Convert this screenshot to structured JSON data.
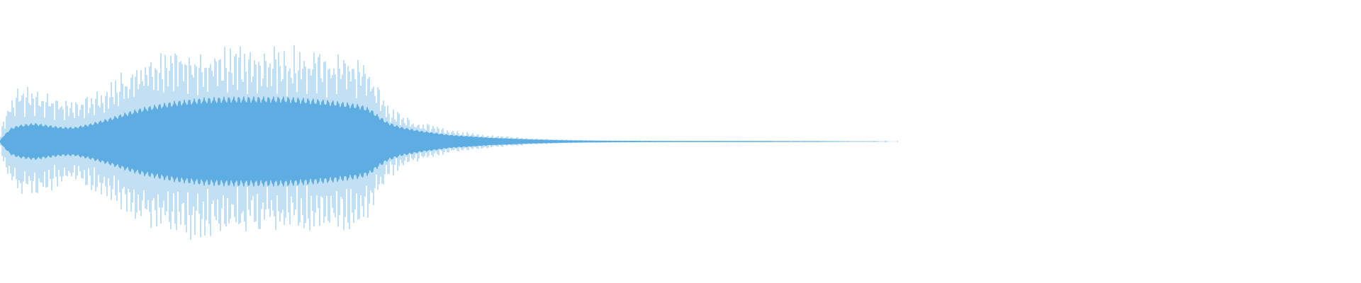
{
  "waveform": {
    "color": "#5dade2",
    "background": "#ffffff",
    "envelope": [
      [
        0.0,
        0.01,
        0.01
      ],
      [
        0.002,
        0.05,
        0.22
      ],
      [
        0.008,
        0.14,
        0.48
      ],
      [
        0.014,
        0.17,
        0.56
      ],
      [
        0.025,
        0.19,
        0.58
      ],
      [
        0.035,
        0.17,
        0.52
      ],
      [
        0.045,
        0.15,
        0.45
      ],
      [
        0.055,
        0.15,
        0.43
      ],
      [
        0.065,
        0.18,
        0.5
      ],
      [
        0.08,
        0.24,
        0.6
      ],
      [
        0.095,
        0.31,
        0.78
      ],
      [
        0.105,
        0.35,
        0.92
      ],
      [
        0.115,
        0.38,
        0.96
      ],
      [
        0.13,
        0.42,
        1.0
      ],
      [
        0.15,
        0.45,
        1.0
      ],
      [
        0.17,
        0.46,
        1.0
      ],
      [
        0.19,
        0.46,
        1.0
      ],
      [
        0.21,
        0.46,
        1.0
      ],
      [
        0.23,
        0.44,
        0.97
      ],
      [
        0.245,
        0.42,
        0.95
      ],
      [
        0.255,
        0.4,
        0.93
      ],
      [
        0.265,
        0.38,
        0.9
      ],
      [
        0.272,
        0.34,
        0.8
      ],
      [
        0.278,
        0.27,
        0.6
      ],
      [
        0.285,
        0.2,
        0.4
      ],
      [
        0.295,
        0.15,
        0.28
      ],
      [
        0.31,
        0.11,
        0.2
      ],
      [
        0.33,
        0.07,
        0.12
      ],
      [
        0.36,
        0.04,
        0.07
      ],
      [
        0.39,
        0.022,
        0.035
      ],
      [
        0.42,
        0.012,
        0.018
      ],
      [
        0.45,
        0.008,
        0.01
      ],
      [
        0.5,
        0.006,
        0.008
      ],
      [
        0.55,
        0.005,
        0.007
      ],
      [
        0.6,
        0.004,
        0.006
      ],
      [
        0.62,
        0.003,
        0.004
      ],
      [
        0.64,
        0.002,
        0.003
      ],
      [
        0.655,
        0.0,
        0.002
      ],
      [
        0.66,
        0.0,
        0.0
      ],
      [
        1.0,
        0.0,
        0.0
      ]
    ]
  }
}
